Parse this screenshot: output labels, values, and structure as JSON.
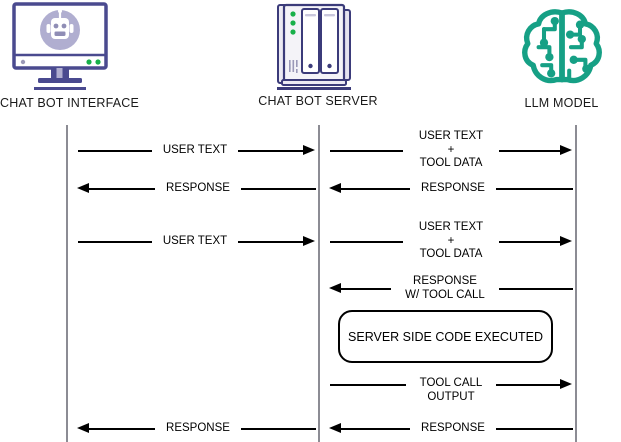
{
  "diagram": {
    "title": "Chat bot tool-calling sequence diagram",
    "colors": {
      "lifeline": "#8c8c94",
      "arrow": "#000000",
      "monitor_purple": "#4a4a8f",
      "robot_circle": "#b0aed0",
      "server_purple": "#3b3b7a",
      "led_green": "#18b04a",
      "brain_teal": "#16a085",
      "text": "#1a1a1a"
    }
  },
  "participants": [
    {
      "id": "interface",
      "label": "CHAT BOT INTERFACE",
      "icon": "monitor-robot-icon"
    },
    {
      "id": "server",
      "label": "CHAT BOT SERVER",
      "icon": "server-rack-icon"
    },
    {
      "id": "llm",
      "label": "LLM MODEL",
      "icon": "brain-circuit-icon"
    }
  ],
  "messages": [
    {
      "id": "m1",
      "from": "interface",
      "to": "server",
      "direction": "right",
      "lines": [
        "USER TEXT"
      ]
    },
    {
      "id": "m2",
      "from": "server",
      "to": "llm",
      "direction": "right",
      "lines": [
        "USER TEXT",
        "+",
        "TOOL DATA"
      ]
    },
    {
      "id": "m3",
      "from": "llm",
      "to": "server",
      "direction": "left",
      "lines": [
        "RESPONSE"
      ]
    },
    {
      "id": "m4",
      "from": "server",
      "to": "interface",
      "direction": "left",
      "lines": [
        "RESPONSE"
      ]
    },
    {
      "id": "m5",
      "from": "interface",
      "to": "server",
      "direction": "right",
      "lines": [
        "USER TEXT"
      ]
    },
    {
      "id": "m6",
      "from": "server",
      "to": "llm",
      "direction": "right",
      "lines": [
        "USER TEXT",
        "+",
        "TOOL DATA"
      ]
    },
    {
      "id": "m7",
      "from": "llm",
      "to": "server",
      "direction": "left",
      "lines": [
        "RESPONSE",
        "W/ TOOL CALL"
      ]
    },
    {
      "id": "m8",
      "from": "server",
      "to": "llm",
      "direction": "right",
      "lines": [
        "TOOL CALL",
        "OUTPUT"
      ]
    },
    {
      "id": "m9",
      "from": "llm",
      "to": "server",
      "direction": "left",
      "lines": [
        "RESPONSE"
      ]
    },
    {
      "id": "m10",
      "from": "server",
      "to": "interface",
      "direction": "left",
      "lines": [
        "RESPONSE"
      ]
    }
  ],
  "process_box": {
    "label": "SERVER SIDE CODE EXECUTED"
  }
}
